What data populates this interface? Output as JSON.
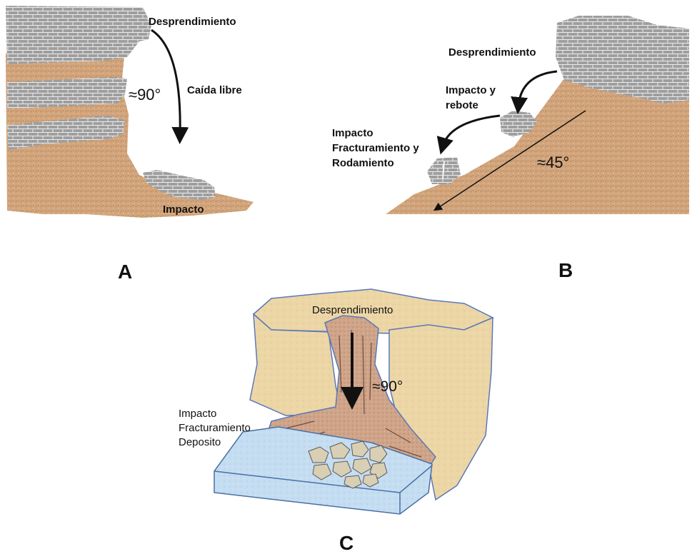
{
  "panel_a": {
    "letter": "A",
    "label_detachment": "Desprendimiento",
    "label_freefall": "Caída libre",
    "label_angle": "≈90°",
    "label_impact": "Impacto"
  },
  "panel_b": {
    "letter": "B",
    "label_detachment": "Desprendimiento",
    "label_impact_bounce_1": "Impacto y",
    "label_impact_bounce_2": "rebote",
    "label_roll_1": "Impacto",
    "label_roll_2": "Fracturamiento y",
    "label_roll_3": "Rodamiento",
    "label_angle": "≈45°"
  },
  "panel_c": {
    "letter": "C",
    "label_detachment": "Desprendimiento",
    "label_angle": "≈90°",
    "label_deposit_1": "Impacto",
    "label_deposit_2": "Fracturamiento",
    "label_deposit_3": "Deposito"
  },
  "colors": {
    "soil": "#d2a57c",
    "rock": "#9b9b9b",
    "cliff": "#ecd6a6",
    "water": "#c5ddf1",
    "chute": "#cfa489"
  }
}
